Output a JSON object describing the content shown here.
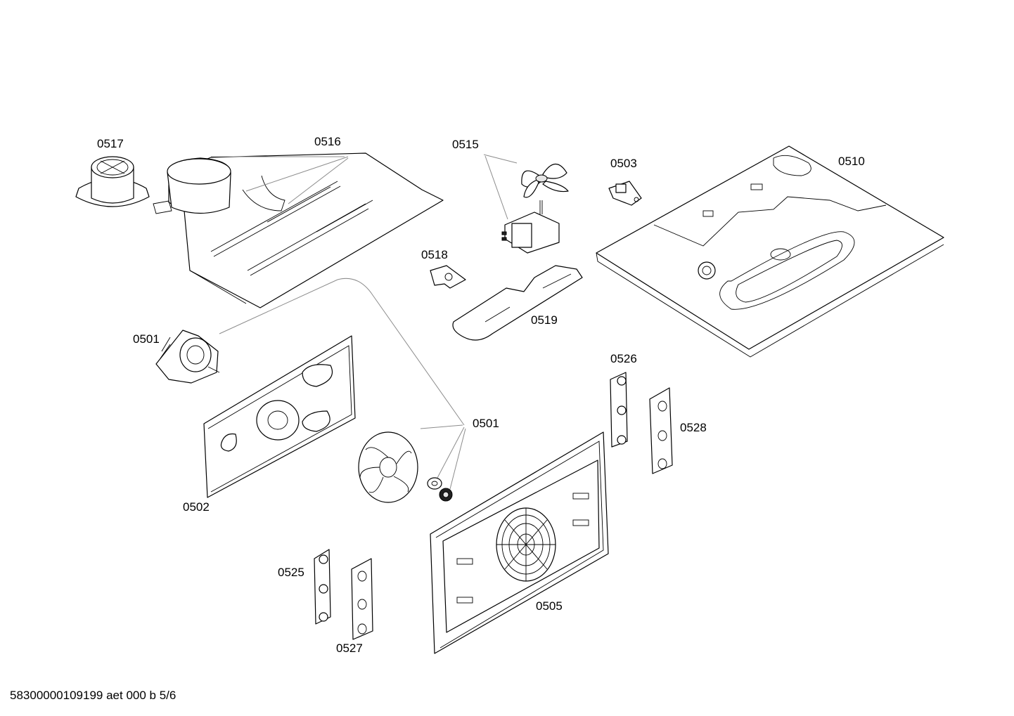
{
  "labels": {
    "p0517": "0517",
    "p0516": "0516",
    "p0515": "0515",
    "p0503": "0503",
    "p0510": "0510",
    "p0518": "0518",
    "p0519": "0519",
    "p0501a": "0501",
    "p0501b": "0501",
    "p0502": "0502",
    "p0526": "0526",
    "p0528": "0528",
    "p0525": "0525",
    "p0527": "0527",
    "p0505": "0505"
  },
  "footer": "58300000109199 aet 000 b 5/6"
}
